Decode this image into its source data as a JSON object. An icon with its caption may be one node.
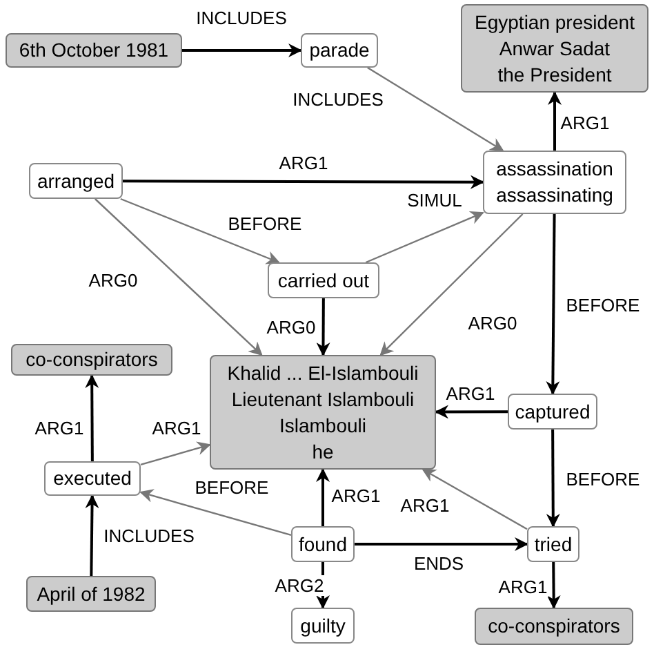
{
  "diagram": {
    "nodes": [
      {
        "text": [
          "6th October 1981"
        ]
      },
      {
        "text": [
          "parade"
        ]
      },
      {
        "text": [
          "Egyptian president",
          "Anwar Sadat",
          "the President"
        ]
      },
      {
        "text": [
          "arranged"
        ]
      },
      {
        "text": [
          "assassination",
          "assassinating"
        ]
      },
      {
        "text": [
          "carried out"
        ]
      },
      {
        "text": [
          "Khalid ... El-Islambouli",
          "Lieutenant Islambouli",
          "Islambouli",
          "he"
        ]
      },
      {
        "text": [
          "co-conspirators"
        ]
      },
      {
        "text": [
          "captured"
        ]
      },
      {
        "text": [
          "executed"
        ]
      },
      {
        "text": [
          "found"
        ]
      },
      {
        "text": [
          "tried"
        ]
      },
      {
        "text": [
          "April of 1982"
        ]
      },
      {
        "text": [
          "guilty"
        ]
      },
      {
        "text": [
          "co-conspirators"
        ]
      }
    ],
    "edges": [
      {
        "from": 0,
        "to": 1,
        "arrow": "to",
        "label": "INCLUDES"
      },
      {
        "from": 1,
        "to": 4,
        "arrow": "to",
        "label": "INCLUDES",
        "color": "#777777"
      },
      {
        "from": 4,
        "to": 2,
        "arrow": "to",
        "label": "ARG1"
      },
      {
        "from": 3,
        "to": 4,
        "arrow": "to",
        "label": "ARG1"
      },
      {
        "from": 3,
        "to": 5,
        "arrow": "to",
        "label": "BEFORE",
        "color": "#777777"
      },
      {
        "from": 5,
        "to": 4,
        "arrow": "to",
        "label": "SIMUL",
        "color": "#777777"
      },
      {
        "from": 3,
        "to": 6,
        "arrow": "to",
        "label": "ARG0",
        "color": "#777777"
      },
      {
        "from": 5,
        "to": 6,
        "arrow": "to",
        "label": "ARG0"
      },
      {
        "from": 4,
        "to": 6,
        "arrow": "to",
        "label": "ARG0",
        "color": "#777777"
      },
      {
        "from": 4,
        "to": 8,
        "arrow": "to",
        "label": "BEFORE"
      },
      {
        "from": 8,
        "to": 6,
        "arrow": "to",
        "label": "ARG1"
      },
      {
        "from": 8,
        "to": 11,
        "arrow": "to",
        "label": "BEFORE"
      },
      {
        "from": 9,
        "to": 7,
        "arrow": "to",
        "label": "ARG1"
      },
      {
        "from": 9,
        "to": 6,
        "arrow": "to",
        "label": "ARG1",
        "color": "#777777"
      },
      {
        "from": 10,
        "to": 9,
        "arrow": "to",
        "label": "BEFORE",
        "color": "#777777"
      },
      {
        "from": 12,
        "to": 9,
        "arrow": "to",
        "label": "INCLUDES"
      },
      {
        "from": 10,
        "to": 6,
        "arrow": "to",
        "label": "ARG1"
      },
      {
        "from": 11,
        "to": 6,
        "arrow": "to",
        "label": "ARG1",
        "color": "#777777"
      },
      {
        "from": 10,
        "to": 11,
        "arrow": "to",
        "label": "ENDS"
      },
      {
        "from": 10,
        "to": 13,
        "arrow": "to",
        "label": "ARG2"
      },
      {
        "from": 11,
        "to": 14,
        "arrow": "to",
        "label": "ARG1"
      }
    ]
  }
}
